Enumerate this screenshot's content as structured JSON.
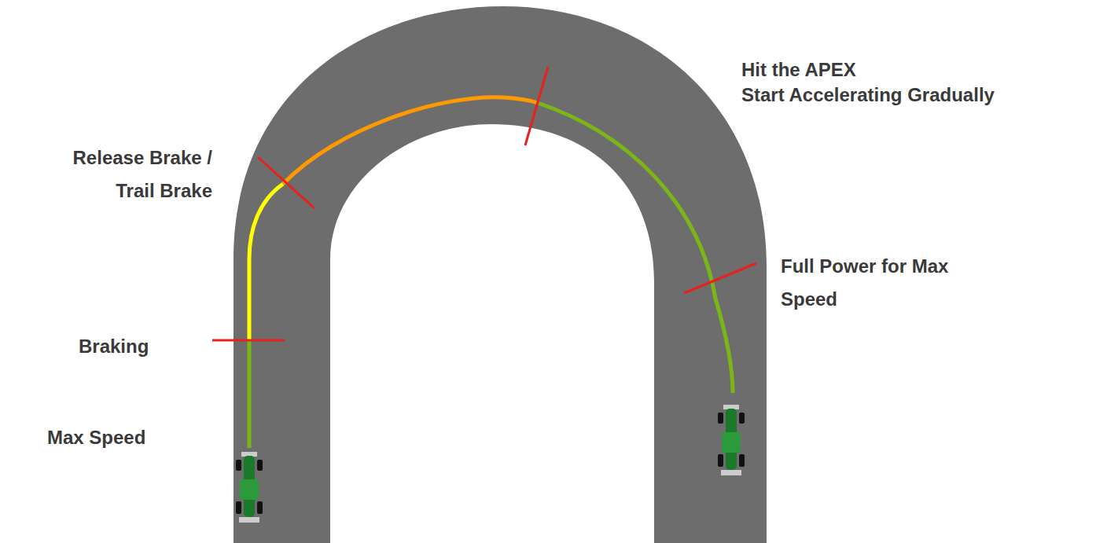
{
  "diagram": {
    "labels": [
      "Hit the APEX",
      "Start Accelerating Gradually",
      "Release Brake / Trail Brake",
      "Full Power for Max Speed",
      "Braking",
      "Max Speed"
    ]
  }
}
